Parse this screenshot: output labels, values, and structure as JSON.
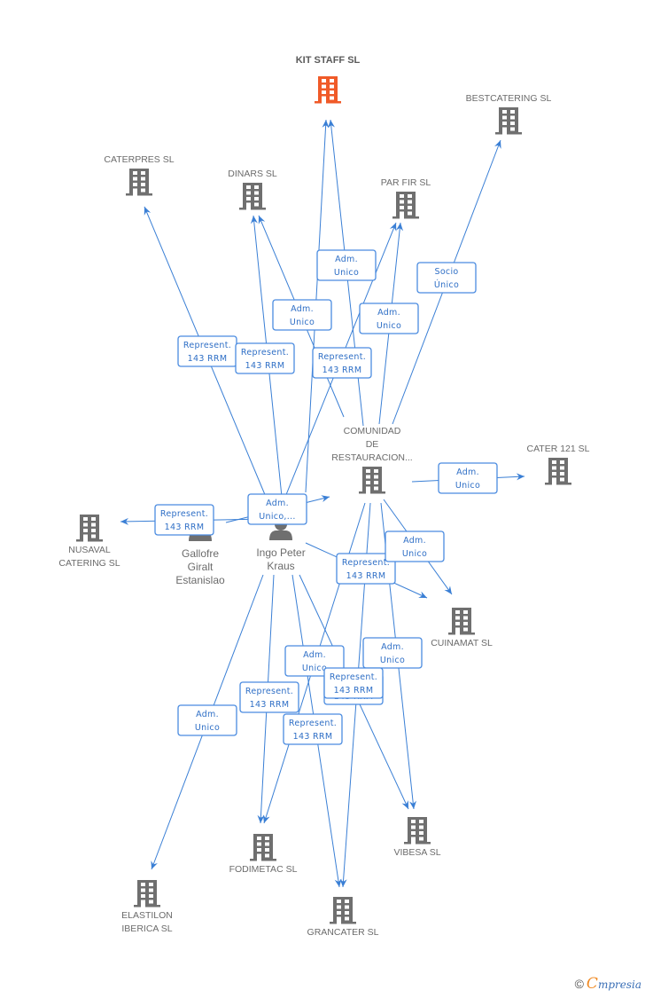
{
  "colors": {
    "main_company": "#f05a28",
    "company": "#6f6f6f",
    "person": "#6f6f6f",
    "edge": "#3a7fd5"
  },
  "nodes": [
    {
      "id": "kitstaff",
      "type": "company",
      "main": true,
      "label": [
        "KIT STAFF SL"
      ],
      "icon": "building-icon"
    },
    {
      "id": "bestcatering",
      "type": "company",
      "label": [
        "BESTCATERING SL"
      ],
      "icon": "building-icon"
    },
    {
      "id": "caterpres",
      "type": "company",
      "label": [
        "CATERPRES SL"
      ],
      "icon": "building-icon"
    },
    {
      "id": "dinars",
      "type": "company",
      "label": [
        "DINARS SL"
      ],
      "icon": "building-icon"
    },
    {
      "id": "parfir",
      "type": "company",
      "label": [
        "PAR FIR SL"
      ],
      "icon": "building-icon"
    },
    {
      "id": "comunidad",
      "type": "company",
      "label": [
        "COMUNIDAD",
        "DE",
        "RESTAURACION..."
      ],
      "icon": "building-icon"
    },
    {
      "id": "cater121",
      "type": "company",
      "label": [
        "CATER 121 SL"
      ],
      "icon": "building-icon"
    },
    {
      "id": "nusaval",
      "type": "company",
      "label": [
        "NUSAVAL",
        "CATERING SL"
      ],
      "icon": "building-icon"
    },
    {
      "id": "gallofre",
      "type": "person",
      "label": [
        "Gallofre",
        "Giralt",
        "Estanislao"
      ],
      "icon": "person-icon"
    },
    {
      "id": "ingo",
      "type": "person",
      "label": [
        "Ingo Peter",
        "Kraus"
      ],
      "icon": "person-icon"
    },
    {
      "id": "cuinamat",
      "type": "company",
      "label": [
        "CUINAMAT SL"
      ],
      "icon": "building-icon"
    },
    {
      "id": "vibesa",
      "type": "company",
      "label": [
        "VIBESA SL"
      ],
      "icon": "building-icon"
    },
    {
      "id": "fodimetac",
      "type": "company",
      "label": [
        "FODIMETAC SL"
      ],
      "icon": "building-icon"
    },
    {
      "id": "grancater",
      "type": "company",
      "label": [
        "GRANCATER SL"
      ],
      "icon": "building-icon"
    },
    {
      "id": "elastilon",
      "type": "company",
      "label": [
        "ELASTILON",
        "IBERICA SL"
      ],
      "icon": "building-icon"
    }
  ],
  "edges": [
    {
      "from": "ingo",
      "to": "kitstaff",
      "label": [
        "Adm.",
        "Unico"
      ]
    },
    {
      "from": "comunidad",
      "to": "kitstaff",
      "label": [
        "Adm.",
        "Unico"
      ]
    },
    {
      "from": "comunidad",
      "to": "bestcatering",
      "label": [
        "Socio",
        "Único"
      ]
    },
    {
      "from": "ingo",
      "to": "caterpres",
      "label": [
        "Represent.",
        "143 RRM"
      ]
    },
    {
      "from": "ingo",
      "to": "dinars",
      "label": [
        "Represent.",
        "143 RRM"
      ]
    },
    {
      "from": "comunidad",
      "to": "dinars",
      "label": [
        "Adm.",
        "Unico"
      ]
    },
    {
      "from": "ingo",
      "to": "parfir",
      "label": [
        "Represent.",
        "143 RRM"
      ]
    },
    {
      "from": "comunidad",
      "to": "parfir",
      "label": [
        "Adm.",
        "Unico"
      ]
    },
    {
      "from": "comunidad",
      "to": "cater121",
      "label": [
        "Adm.",
        "Unico"
      ]
    },
    {
      "from": "gallofre",
      "to": "comunidad",
      "label": [
        "Adm.",
        "Unico,..."
      ]
    },
    {
      "from": "ingo",
      "to": "nusaval",
      "label": [
        "Represent.",
        "143 RRM"
      ]
    },
    {
      "from": "ingo",
      "to": "cuinamat",
      "label": [
        "Represent.",
        "143 RRM"
      ]
    },
    {
      "from": "comunidad",
      "to": "cuinamat",
      "label": [
        "Adm.",
        "Unico"
      ]
    },
    {
      "from": "comunidad",
      "to": "vibesa",
      "label": [
        "Adm.",
        "Unico"
      ]
    },
    {
      "from": "ingo",
      "to": "vibesa",
      "label": [
        "Represent.",
        "143 RRM"
      ]
    },
    {
      "from": "comunidad",
      "to": "fodimetac",
      "label": [
        "Adm.",
        "Unico"
      ]
    },
    {
      "from": "ingo",
      "to": "fodimetac",
      "label": [
        "Represent.",
        "143 RRM"
      ]
    },
    {
      "from": "ingo",
      "to": "grancater",
      "label": [
        "Represent.",
        "143 RRM"
      ]
    },
    {
      "from": "comunidad",
      "to": "grancater",
      "label": [
        "Represent.",
        "143 RRM"
      ]
    },
    {
      "from": "ingo",
      "to": "elastilon",
      "label": [
        "Adm.",
        "Unico"
      ]
    }
  ],
  "footer": {
    "copyright": "©",
    "brand_initial": "C",
    "brand_rest": "mpresia"
  }
}
